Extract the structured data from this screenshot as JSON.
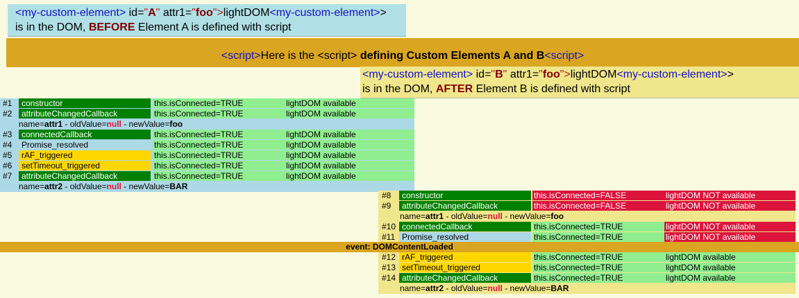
{
  "element_a": {
    "tag_open": "<my-custom-element>",
    "id_attr": "id=",
    "id_q1": "\"",
    "id_val": "A",
    "id_q2": "\"",
    "attr1": "attr1=",
    "attr_q1": "\"",
    "attr_val": "foo",
    "attr_q2": "\">",
    "content": "lightDOM",
    "tag_close": "<my-custom-element>",
    "tag_close_end": ">",
    "line2_pre": "is in the DOM, ",
    "line2_kw": "BEFORE",
    "line2_post": " Element A is defined with script"
  },
  "script_band": {
    "tag1": "<script>",
    "text": "Here is the <script> ",
    "bold": "defining Custom Elements A and B",
    "tag2": "<script>"
  },
  "element_b": {
    "tag_open": "<my-custom-element>",
    "id_attr": "id=",
    "id_q1": "\"",
    "id_val": "B",
    "id_q2": "\"",
    "attr1": "attr1=",
    "attr_q1": "\"",
    "attr_val": "foo",
    "attr_q2": "\">",
    "content": "lightDOM",
    "tag_close": "<my-custom-element>",
    "tag_close_end": ">",
    "line2_pre": "is in the DOM, ",
    "line2_kw": "AFTER",
    "line2_post": " Element B is defined with script"
  },
  "log_a": [
    {
      "num": "#1",
      "type": "constructor",
      "style": "dkgreen",
      "connected": "this.isConnected=TRUE",
      "conn_style": "green",
      "dom": "lightDOM available",
      "dom_style": "green"
    },
    {
      "num": "#2",
      "type": "attributeChangedCallback",
      "style": "dkgreen",
      "connected": "this.isConnected=TRUE",
      "conn_style": "green",
      "dom": "lightDOM available",
      "dom_style": "green",
      "detail": {
        "pre": "name=",
        "name": "attr1",
        "mid": " - oldValue=",
        "old": "null",
        "mid2": " - newValue=",
        "new": "foo"
      }
    },
    {
      "num": "#3",
      "type": "connectedCallback",
      "style": "dkgreen",
      "connected": "this.isConnected=TRUE",
      "conn_style": "green",
      "dom": "lightDOM available",
      "dom_style": "green"
    },
    {
      "num": "#4",
      "type": "Promise_resolved",
      "style": "light",
      "connected": "this.isConnected=TRUE",
      "conn_style": "green",
      "dom": "lightDOM available",
      "dom_style": "green"
    },
    {
      "num": "#5",
      "type": "rAF_triggered",
      "style": "gold",
      "connected": "this.isConnected=TRUE",
      "conn_style": "green",
      "dom": "lightDOM available",
      "dom_style": "green"
    },
    {
      "num": "#6",
      "type": "setTimeout_triggered",
      "style": "gold",
      "connected": "this.isConnected=TRUE",
      "conn_style": "green",
      "dom": "lightDOM available",
      "dom_style": "green"
    },
    {
      "num": "#7",
      "type": "attributeChangedCallback",
      "style": "dkgreen",
      "connected": "this.isConnected=TRUE",
      "conn_style": "green",
      "dom": "lightDOM available",
      "dom_style": "green",
      "detail": {
        "pre": "name=",
        "name": "attr2",
        "mid": " - oldValue=",
        "old": "null",
        "mid2": " - newValue=",
        "new": "BAR"
      }
    }
  ],
  "log_b1": [
    {
      "num": "#8",
      "type": "constructor",
      "style": "dkgreen",
      "connected": "this.isConnected=FALSE",
      "conn_style": "red",
      "dom": "lightDOM NOT available",
      "dom_style": "red"
    },
    {
      "num": "#9",
      "type": "attributeChangedCallback",
      "style": "dkgreen",
      "connected": "this.isConnected=FALSE",
      "conn_style": "red",
      "dom": "lightDOM NOT available",
      "dom_style": "red",
      "detail": {
        "pre": "name=",
        "name": "attr1",
        "mid": " - oldValue=",
        "old": "null",
        "mid2": " - newValue=",
        "new": "foo"
      }
    },
    {
      "num": "#10",
      "type": "connectedCallback",
      "style": "dkgreen",
      "connected": "this.isConnected=TRUE",
      "conn_style": "green",
      "dom": "lightDOM NOT available",
      "dom_style": "red"
    },
    {
      "num": "#11",
      "type": "Promise_resolved",
      "style": "light",
      "connected": "this.isConnected=TRUE",
      "conn_style": "green",
      "dom": "lightDOM NOT available",
      "dom_style": "red"
    }
  ],
  "event_label": "event: DOMContentLoaded",
  "log_b2": [
    {
      "num": "#12",
      "type": "rAF_triggered",
      "style": "gold",
      "connected": "this.isConnected=TRUE",
      "conn_style": "green",
      "dom": "lightDOM available",
      "dom_style": "green"
    },
    {
      "num": "#13",
      "type": "setTimeout_triggered",
      "style": "gold",
      "connected": "this.isConnected=TRUE",
      "conn_style": "green",
      "dom": "lightDOM available",
      "dom_style": "green"
    },
    {
      "num": "#14",
      "type": "attributeChangedCallback",
      "style": "dkgreen",
      "connected": "this.isConnected=TRUE",
      "conn_style": "green",
      "dom": "lightDOM available",
      "dom_style": "green",
      "detail": {
        "pre": "name=",
        "name": "attr2",
        "mid": " - oldValue=",
        "old": "null",
        "mid2": " - newValue=",
        "new": "BAR"
      }
    }
  ]
}
